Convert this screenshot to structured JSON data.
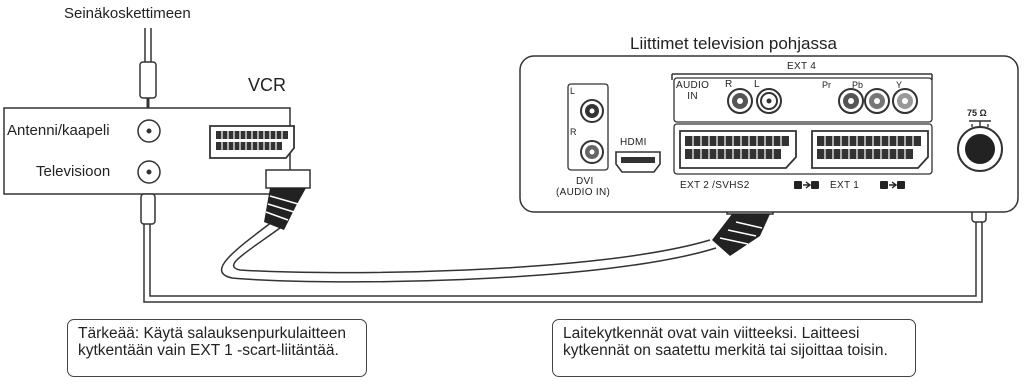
{
  "wall": {
    "label": "Seinäkoskettimeen"
  },
  "vcr": {
    "title": "VCR",
    "antenna_label": "Antenni/kaapeli",
    "tv_label": "Televisioon"
  },
  "tv_panel": {
    "title": "Liittimet television pohjassa",
    "ext4_label": "EXT 4",
    "audio_in_label": "AUDIO\nIN",
    "audio_r": "R",
    "audio_l": "L",
    "pr": "Pr",
    "pb": "Pb",
    "y": "Y",
    "dvi_l": "L",
    "dvi_r": "R",
    "hdmi_label": "HDMI",
    "dvi_label": "DVI",
    "dvi_sub_label": "(AUDIO IN)",
    "ext2_label": "EXT 2 /SVHS2",
    "ext1_label": "EXT 1",
    "ant_label": "75 Ω"
  },
  "notes": {
    "left": "Tärkeää: Käytä salauksenpurkulaitteen kytkentään vain EXT 1 -scart-liitäntää.",
    "right": "Laitekytkennät ovat vain viitteeksi. Laitteesi kytkennät on saatettu merkitä tai sijoittaa toisin."
  }
}
